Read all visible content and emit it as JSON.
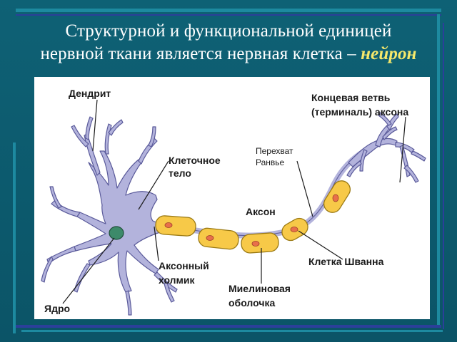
{
  "slide": {
    "title_line1": "Структурной и функциональной единицей",
    "title_line2_prefix": "нервной ткани является нервная клетка – ",
    "title_line2_accent": "нейрон"
  },
  "diagram": {
    "labels": {
      "dendrite": "Дендрит",
      "cell_body_1": "Клеточное",
      "cell_body_2": "тело",
      "terminal_1": "Концевая ветвь",
      "terminal_2": "(терминаль) аксона",
      "ranvier_1": "Перехват",
      "ranvier_2": "Ранвье",
      "axon": "Аксон",
      "hillock_1": "Аксонный",
      "hillock_2": "холмик",
      "schwann": "Клетка Шванна",
      "myelin_1": "Миелиновая",
      "myelin_2": "оболочка",
      "nucleus": "Ядро"
    },
    "colors": {
      "neuron_fill": "#b3b3dc",
      "neuron_stroke": "#5a5a9a",
      "myelin_fill": "#f7c948",
      "myelin_stroke": "#9b7a14",
      "schwann_nucleus": "#e8704a",
      "cell_nucleus": "#3d8a6a"
    }
  }
}
